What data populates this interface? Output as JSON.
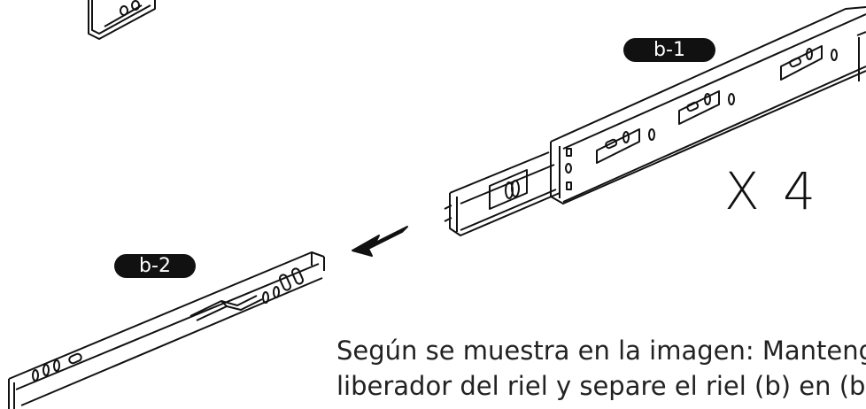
{
  "labels": {
    "b1": "b-1",
    "b2": "b-2"
  },
  "quantity": "X 4",
  "instructions": {
    "line1": "Según se muestra en la imagen: Mantenga",
    "line2": "liberador del riel y separe el riel (b) en (b–"
  },
  "icons": {
    "arrow": "arrow-down-left-icon"
  }
}
